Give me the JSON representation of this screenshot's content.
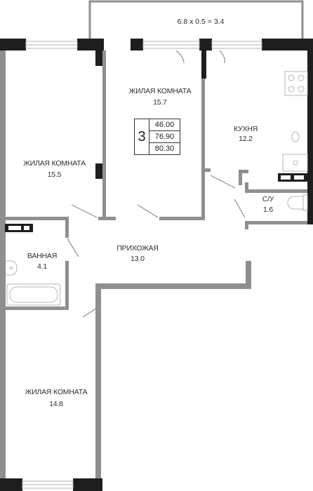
{
  "balcony": {
    "formula": "6.8 x 0.5 = 3.4"
  },
  "summary": {
    "room_count": "3",
    "areas": [
      "46.00",
      "76.90",
      "80.30"
    ]
  },
  "rooms": {
    "living_top": {
      "name": "ЖИЛАЯ КОМНАТА",
      "area": "15.7"
    },
    "living_left": {
      "name": "ЖИЛАЯ КОМНАТА",
      "area": "15.5"
    },
    "kitchen": {
      "name": "КУХНЯ",
      "area": "12.2"
    },
    "wc": {
      "name": "С/У",
      "area": "1.6"
    },
    "bathroom": {
      "name": "ВАННАЯ",
      "area": "4.1"
    },
    "hallway": {
      "name": "ПРИХОЖАЯ",
      "area": "13.0"
    },
    "living_bottom": {
      "name": "ЖИЛАЯ КОМНАТА",
      "area": "14.8"
    }
  },
  "colors": {
    "wall_dark": "#1e1e1e",
    "wall_gray": "#8f8f8f",
    "window": "#b5b5b5"
  }
}
